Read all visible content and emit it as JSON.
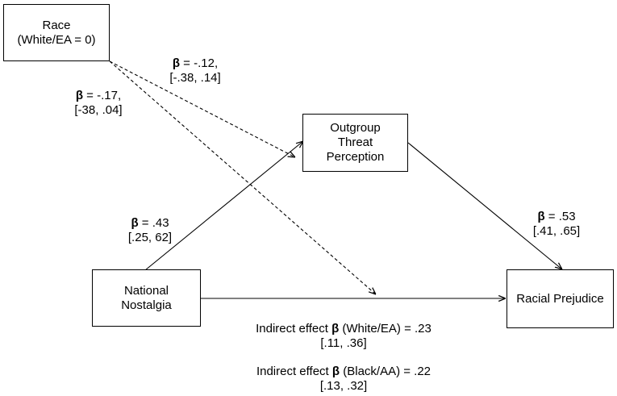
{
  "nodes": {
    "race": {
      "line1": "Race",
      "line2": "(White/EA = 0)"
    },
    "threat": {
      "line1": "Outgroup",
      "line2": "Threat",
      "line3": "Perception"
    },
    "nostalgia": {
      "line1": "National",
      "line2": "Nostalgia"
    },
    "prejudice": {
      "line1": "Racial Prejudice"
    }
  },
  "paths": {
    "race_to_threat": {
      "beta_symbol": "β",
      "coef": " = -.12,",
      "ci": "[-.38, .14]",
      "style": "dashed"
    },
    "race_to_direct": {
      "beta_symbol": "β",
      "coef": " = -.17,",
      "ci": "[-38, .04]",
      "style": "dashed"
    },
    "nostalgia_to_threat": {
      "beta_symbol": "β",
      "coef": " = .43",
      "ci": "[.25, 62]",
      "style": "solid"
    },
    "threat_to_prejudice": {
      "beta_symbol": "β",
      "coef": " = .53",
      "ci": "[.41, .65]",
      "style": "solid"
    },
    "nostalgia_to_prejudice": {
      "style": "solid"
    }
  },
  "indirect_effects": [
    {
      "prefix": "Indirect effect ",
      "beta_symbol": "β",
      "suffix": " (White/EA) = .23",
      "ci": "[.11, .36]"
    },
    {
      "prefix": "Indirect effect ",
      "beta_symbol": "β",
      "suffix": " (Black/AA) = .22",
      "ci": "[.13, .32]"
    }
  ]
}
